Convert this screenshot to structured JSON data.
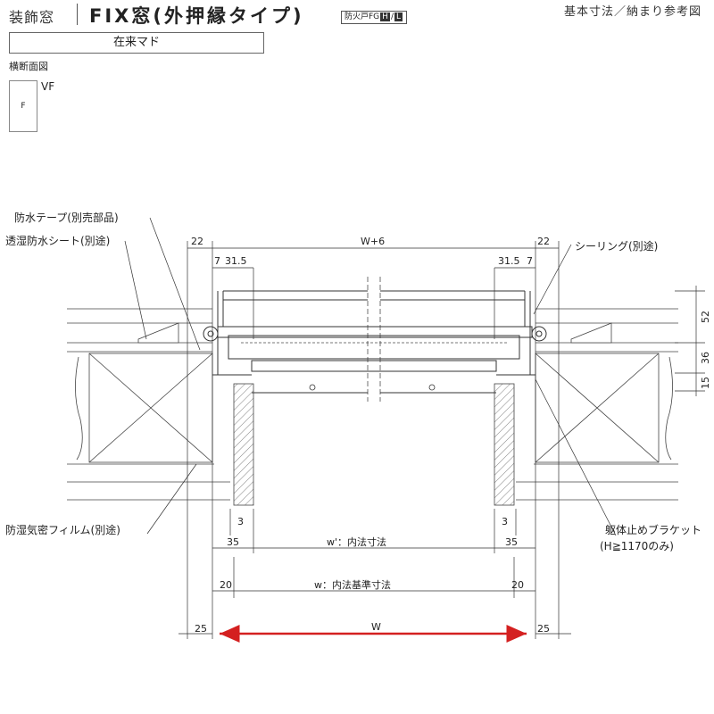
{
  "header": {
    "category": "装飾窓",
    "title": "FIX窓(外押縁タイプ)",
    "fire_prefix": "防火戸FG",
    "fire_h": "H",
    "fire_sep": "/",
    "fire_l": "L",
    "reference": "基本寸法／納まり参考図"
  },
  "variant": "在来マド",
  "section_label": "横断面図",
  "icon": {
    "cell": "F",
    "label": "VF"
  },
  "labels": {
    "waterproof_tape": "防水テープ(別売部品)",
    "moisture_sheet": "透湿防水シート(別途)",
    "sealing": "シーリング(別途)",
    "vapor_film": "防湿気密フィルム(別途)",
    "bracket": "躯体止めブラケット",
    "bracket_note": "(H≧1170のみ)"
  },
  "dims": {
    "top_left": "22",
    "top_center": "W+6",
    "top_right": "22",
    "left_7": "7",
    "left_315": "31.5",
    "right_315": "31.5",
    "right_7": "7",
    "side_52": "52",
    "side_36": "36",
    "side_15": "15",
    "left_3": "3",
    "right_3": "3",
    "left_35": "35",
    "inner": "w'：内法寸法",
    "right_35": "35",
    "left_20": "20",
    "inner_std": "w：内法基準寸法",
    "right_20": "20",
    "left_25": "25",
    "overall": "W",
    "right_25": "25"
  },
  "colors": {
    "accent_arrow": "#d42020",
    "line": "#333333"
  }
}
